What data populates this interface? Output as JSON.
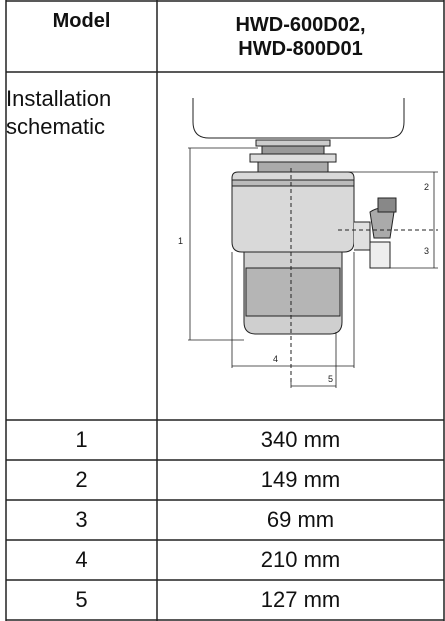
{
  "header": {
    "col1": "Model",
    "col2_line1": "HWD-600D02,",
    "col2_line2": "HWD-800D01"
  },
  "schematic_row": {
    "label_line1": "Installation",
    "label_line2": "schematic",
    "dimension_labels": [
      "1",
      "2",
      "3",
      "4",
      "5"
    ]
  },
  "rows": [
    {
      "index": "1",
      "value": "340 mm"
    },
    {
      "index": "2",
      "value": "149 mm"
    },
    {
      "index": "3",
      "value": "69 mm"
    },
    {
      "index": "4",
      "value": "210 mm"
    },
    {
      "index": "5",
      "value": "127 mm"
    }
  ],
  "colors": {
    "line": "#222222",
    "background": "#ffffff"
  }
}
